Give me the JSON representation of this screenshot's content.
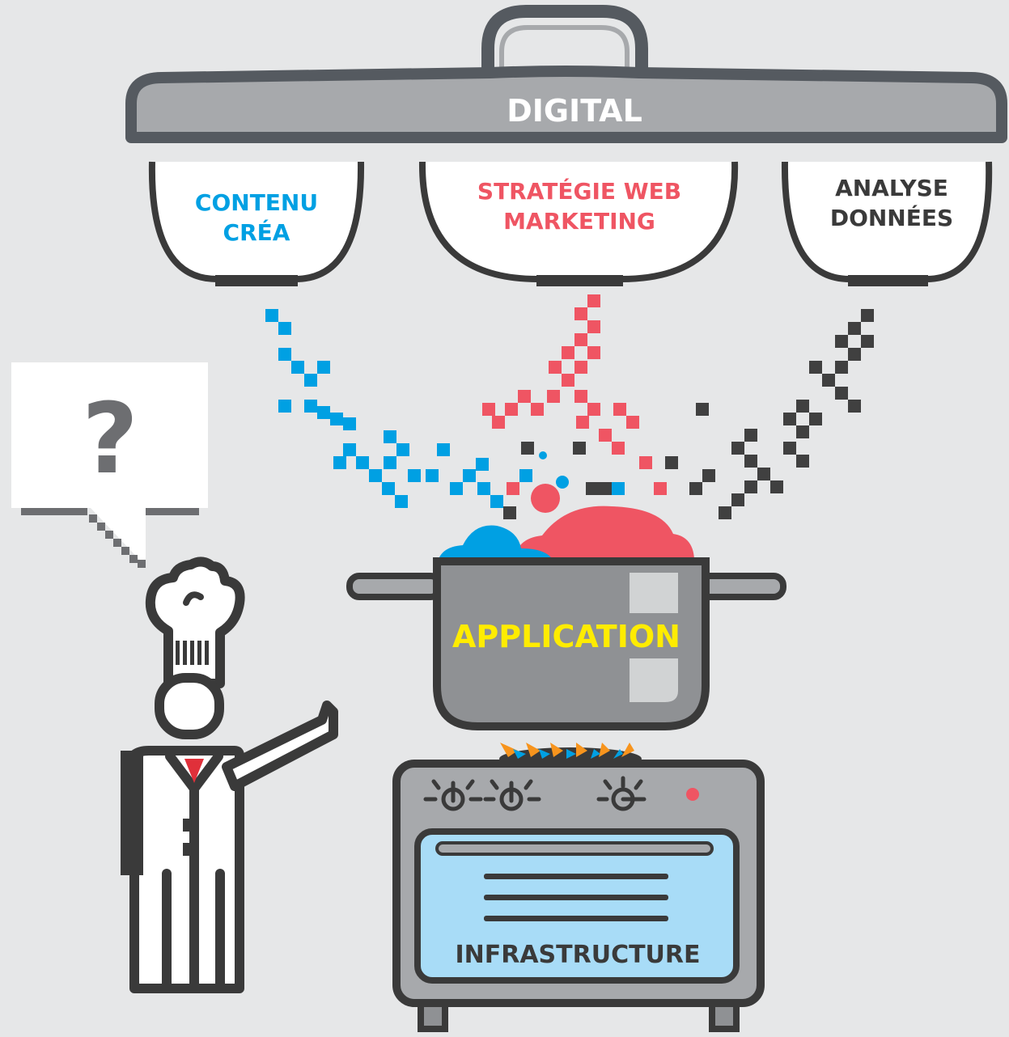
{
  "lid": {
    "label": "DIGITAL"
  },
  "bowls": [
    {
      "line1": "CONTENU",
      "line2": "CRÉA"
    },
    {
      "line1": "STRATÉGIE WEB",
      "line2": "MARKETING"
    },
    {
      "line1": "ANALYSE",
      "line2": "DONNÉES"
    }
  ],
  "pot": {
    "label": "APPLICATION"
  },
  "stove": {
    "label": "INFRASTRUCTURE"
  },
  "speech": {
    "symbol": "?"
  },
  "colors": {
    "background": "#e6e7e8",
    "outline": "#3a3a3a",
    "metal": "#a7a9ac",
    "blue": "#00a0e3",
    "red": "#ef5563",
    "dark": "#404040",
    "yellow": "#ffec00",
    "glass": "#a8dcf7",
    "white": "#ffffff"
  }
}
